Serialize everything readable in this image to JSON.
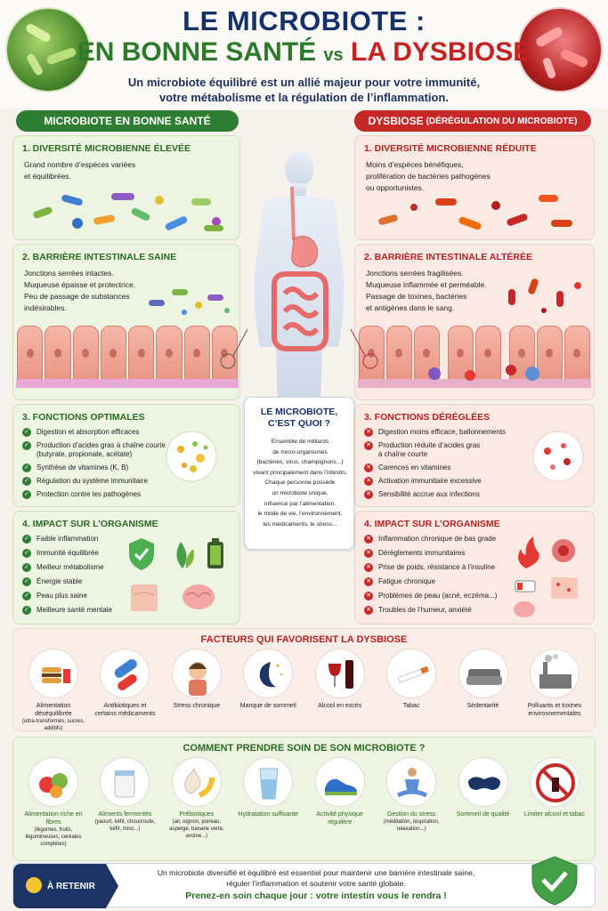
{
  "header": {
    "title_line1": "LE MICROBIOTE :",
    "title_good": "EN BONNE SANTÉ",
    "title_vs": "vs",
    "title_bad": "LA DYSBIOSE",
    "subtitle_line1": "Un microbiote équilibré est un allié majeur pour votre immunité,",
    "subtitle_line2": "votre métabolisme et la régulation de l’inflammation."
  },
  "left": {
    "header": "MICROBIOTE EN BONNE SANTÉ",
    "s1": {
      "title": "1. DIVERSITÉ MICROBIENNE ÉLEVÉE",
      "line1": "Grand nombre d’espèces variées",
      "line2": "et équilibrées."
    },
    "s2": {
      "title": "2. BARRIÈRE INTESTINALE SAINE",
      "line1": "Jonctions serrées intactes.",
      "line2": "Muqueuse épaisse et protectrice.",
      "line3": "Peu de passage de substances",
      "line4": "indésirables."
    },
    "s3": {
      "title": "3. FONCTIONS OPTIMALES",
      "items": [
        "Digestion et absorption efficaces",
        "Production d’acides gras à chaîne courte",
        "(butyrate, propionate, acétate)",
        "Synthèse de vitamines (K, B)",
        "Régulation du système immunitaire",
        "Protection contre les pathogènes"
      ]
    },
    "s4": {
      "title": "4. IMPACT SUR L’ORGANISME",
      "items": [
        "Faible inflammation",
        "Immunité équilibrée",
        "Meilleur métabolisme",
        "Énergie stable",
        "Peau plus saine",
        "Meilleure santé mentale"
      ]
    }
  },
  "right": {
    "header": "DYSBIOSE",
    "header_small": "(DÉRÉGULATION DU MICROBIOTE)",
    "s1": {
      "title": "1. DIVERSITÉ MICROBIENNE RÉDUITE",
      "line1": "Moins d’espèces bénéfiques,",
      "line2": "prolifération de bactéries pathogènes",
      "line3": "ou opportunistes."
    },
    "s2": {
      "title": "2. BARRIÈRE INTESTINALE ALTÉRÉE",
      "line1": "Jonctions serrées fragilisées.",
      "line2": "Muqueuse inflammée et perméable.",
      "line3": "Passage de toxines, bactéries",
      "line4": "et antigènes dans le sang."
    },
    "s3": {
      "title": "3. FONCTIONS DÉRÉGLÉES",
      "items": [
        "Digestion moins efficace, ballonnements",
        "Production réduite d’acides gras",
        "à chaîne courte",
        "Carences en vitamines",
        "Activation immunitaire excessive",
        "Sensibilité accrue aux infections"
      ]
    },
    "s4": {
      "title": "4. IMPACT SUR L’ORGANISME",
      "items": [
        "Inflammation chronique de bas grade",
        "Dérèglements immunitaires",
        "Prise de poids, résistance à l’insuline",
        "Fatigue chronique",
        "Problèmes de peau (acné, eczéma...)",
        "Troubles de l’humeur, anxiété"
      ]
    }
  },
  "center": {
    "title_line1": "LE MICROBIOTE,",
    "title_line2": "C’EST QUOI ?",
    "lines": [
      "Ensemble de milliards",
      "de micro-organismes",
      "(bactéries, virus, champignons...)",
      "vivant principalement dans l’intestin.",
      "Chaque personne possède",
      "un microbiote unique,",
      "influencé par l’alimentation,",
      "le mode de vie, l’environnement,",
      "les médicaments, le stress..."
    ]
  },
  "factors": {
    "title": "FACTEURS QUI FAVORISENT LA DYSBIOSE",
    "items": [
      {
        "label": "Alimentation déséquilibrée",
        "more": "(ultra-transformés, sucres, additifs)",
        "icon": "burger-icon"
      },
      {
        "label": "Antibiotiques et certains médicaments",
        "more": "",
        "icon": "pill-icon"
      },
      {
        "label": "Stress chronique",
        "more": "",
        "icon": "stress-icon"
      },
      {
        "label": "Manque de sommeil",
        "more": "",
        "icon": "moon-icon"
      },
      {
        "label": "Alcool en excès",
        "more": "",
        "icon": "wine-icon"
      },
      {
        "label": "Tabac",
        "more": "",
        "icon": "cigarette-icon"
      },
      {
        "label": "Sédentarité",
        "more": "",
        "icon": "sofa-icon"
      },
      {
        "label": "Polluants et toxines environnementales",
        "more": "",
        "icon": "factory-icon"
      }
    ]
  },
  "care": {
    "title": "COMMENT PRENDRE SOIN DE SON MICROBIOTE ?",
    "items": [
      {
        "label": "Alimentation riche en fibres",
        "more": "(légumes, fruits, légumineuses, céréales complètes)",
        "icon": "vegetables-icon"
      },
      {
        "label": "Aliments fermentés",
        "more": "(yaourt, kéfir, choucroute, kéfir, miso...)",
        "icon": "jar-icon"
      },
      {
        "label": "Prébiotiques",
        "more": "(ail, oignon, poireau, asperge, banane verte, avoine...)",
        "icon": "garlic-icon"
      },
      {
        "label": "Hydratation suffisante",
        "more": "",
        "icon": "water-glass-icon"
      },
      {
        "label": "Activité physique régulière",
        "more": "",
        "icon": "sneaker-icon"
      },
      {
        "label": "Gestion du stress",
        "more": "(méditation, respiration, relaxation...)",
        "icon": "meditation-icon"
      },
      {
        "label": "Sommeil de qualité",
        "more": "",
        "icon": "sleep-mask-icon"
      },
      {
        "label": "Limiter alcool et tabac",
        "more": "",
        "icon": "no-smoking-icon"
      }
    ]
  },
  "footer": {
    "badge": "À RETENIR",
    "line1": "Un microbiote diversifié et équilibré est essentiel pour maintenir une barrière intestinale saine,",
    "line2": "réguler l’inflammation et soutenir votre santé globale.",
    "cta": "Prenez-en soin chaque jour : votre intestin vous le rendra !"
  },
  "colors": {
    "green": "#2e7d32",
    "red": "#c62828",
    "navy": "#15316b"
  }
}
